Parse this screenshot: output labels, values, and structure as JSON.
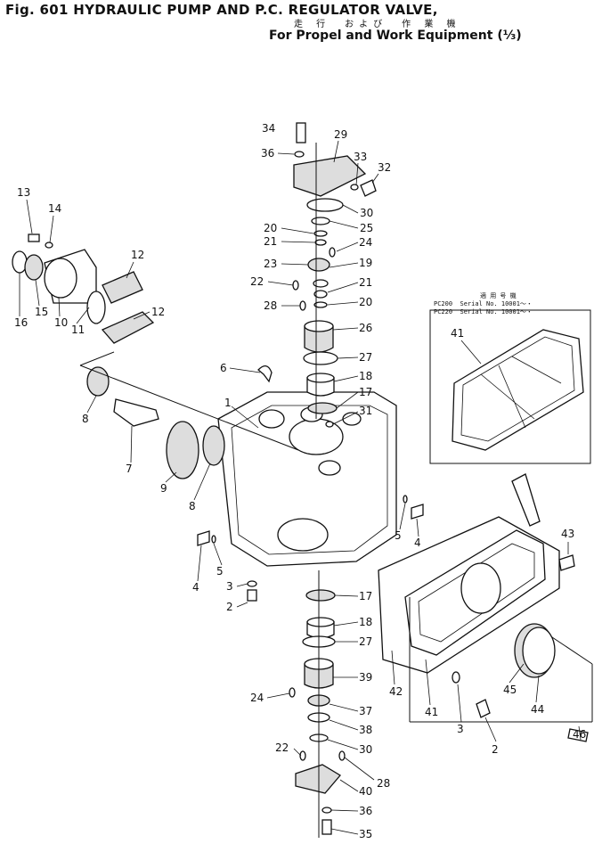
{
  "header": {
    "title": "Fig. 601   HYDRAULIC PUMP AND P.C. REGULATOR VALVE,",
    "subtitle_jp": "走 行　および　作 業 機",
    "subtitle": "For Propel and Work Equipment (⅓)"
  },
  "serial_box": {
    "heading": "適 用 号 機",
    "line1": "PC200  Serial No. 10001～・",
    "line2": "PC220  Serial No. 10001～・"
  },
  "callouts": [
    "34",
    "29",
    "36",
    "33",
    "32",
    "30",
    "25",
    "20",
    "24",
    "21",
    "23",
    "19",
    "22",
    "21",
    "20",
    "28",
    "26",
    "6",
    "27",
    "18",
    "17",
    "1",
    "31",
    "13",
    "14",
    "12",
    "12",
    "16",
    "15",
    "10",
    "11",
    "8",
    "7",
    "9",
    "8",
    "5",
    "4",
    "4",
    "5",
    "3",
    "2",
    "17",
    "18",
    "27",
    "39",
    "24",
    "37",
    "38",
    "22",
    "30",
    "28",
    "40",
    "36",
    "35",
    "41",
    "43",
    "42",
    "41",
    "45",
    "44",
    "46",
    "3",
    "2"
  ]
}
